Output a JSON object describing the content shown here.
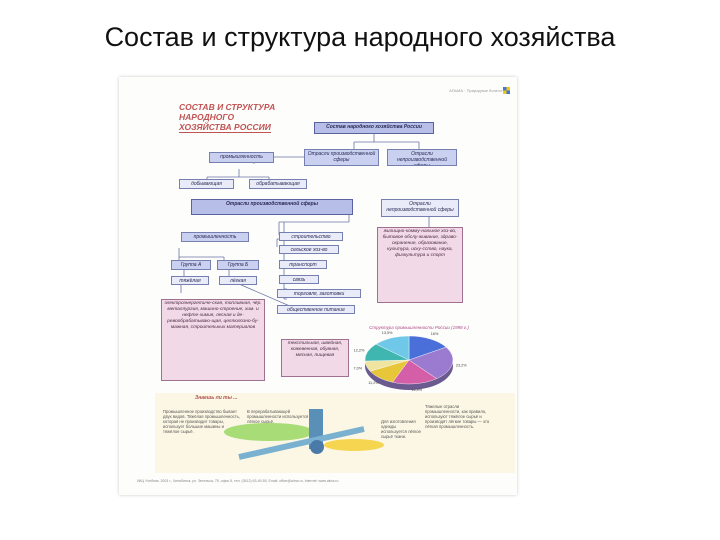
{
  "slide": {
    "title": "Состав и структура народного хозяйства"
  },
  "sheet": {
    "heading_line1": "СОСТАВ И СТРУКТУРА НАРОДНОГО",
    "heading_line2": "ХОЗЯЙСТВА РОССИИ",
    "brand": "АЛЬМА · Природные богатства"
  },
  "diagram": {
    "top_box": "Состав народного хозяйства России",
    "prod_box": "Отрасли производственной сферы",
    "nonprod_box": "Отрасли непроизводственной сферы",
    "industry": "промышленность",
    "extractive": "добывающая",
    "manufacturing": "обрабатывающая",
    "prod_sphere_big": "Отрасли производственной сферы",
    "nonprod_sphere_big": "Отрасли непроизводственной сферы",
    "industry2": "промышленность",
    "construction": "строительство",
    "agriculture": "сельское хоз-во",
    "transport": "транспорт",
    "communication": "связь",
    "trade": "торговля, заготовки",
    "catering": "общественное питание",
    "group_a": "Группа А",
    "group_b": "Группа Б",
    "heavy": "тяжёлая",
    "light": "лёгкая",
    "nonprod_list": "жилищно-комму-нальное хоз-во, бытовое обслу-живание, здраво-охранение, образование, культура, иску-сство, наука, физкультура и спорт",
    "heavy_list": "электроэнергетиче-ская, топливная, чёр. металлургия, машино-строение, хим. и нефте-химия, лесная и де-ревообрабатываю-щая, целлюлозно-бу-мажная, строительных материалов",
    "light_list": "текстильная, швейная, кожевенная, обувная, мясная, пищевая"
  },
  "chart_data": {
    "type": "pie",
    "title": "Структура промышленности России (1998 г.)",
    "categories": [
      "",
      "",
      "",
      "",
      "",
      "",
      ""
    ],
    "values": [
      16.0,
      23.2,
      16.9,
      11.2,
      7.0,
      12.2,
      13.5
    ],
    "value_labels": [
      "16%",
      "23,2%",
      "16,9%",
      "11,2%",
      "7,0%",
      "12,2%",
      "13,5%"
    ],
    "colors": [
      "#4a6fd8",
      "#9b7bd0",
      "#d45fa8",
      "#e8c63a",
      "#f0e5a0",
      "#3fb6b0",
      "#6fc8e8"
    ]
  },
  "bottom": {
    "title": "Знаешь ли ты ...",
    "text1": "Промышленное производство бывает двух видов. Тяжёлая промышленность, которая не производит товары, использует большие машины и тяжёлое сырьё.",
    "text2": "В перерабатывающей промышленности используется лёгкое сырьё.",
    "text3": "Для изготовления одежды используется лёгкое сырьё ткани.",
    "text4": "Тяжелые отрасли промышленности, как правило, используют тяжёлое сырьё и производят лёгкие товары — это лёгкая промышленность."
  },
  "footer": "ИКЦ Учебник, 2003 г., Челябинск, ул. Энгельса, 75, офис 5, тел. (3512) 63-49-55, Email: office@alma.ru, Internet: www.alma.ru"
}
